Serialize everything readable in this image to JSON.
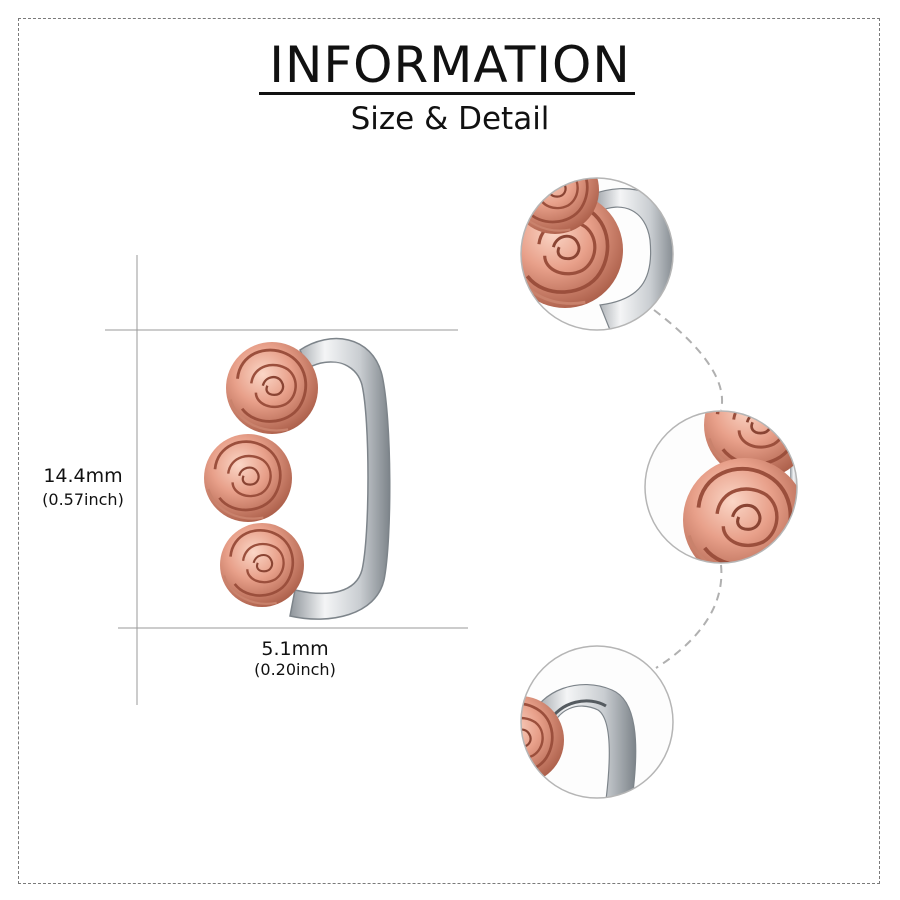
{
  "header": {
    "title": "INFORMATION",
    "subtitle": "Size & Detail"
  },
  "dimensions": {
    "height": {
      "mm": "14.4mm",
      "inch": "(0.57inch)"
    },
    "width": {
      "mm": "5.1mm",
      "inch": "(0.20inch)"
    }
  },
  "colors": {
    "rose_gold": "#e8a08a",
    "rose_gold_dark": "#b86a55",
    "silver": "#d9dcdf",
    "silver_dark": "#8f959b",
    "guide_line": "#9a9a9a",
    "border": "#7a7a7a"
  },
  "detail_views": [
    {
      "name": "rose-clasp-detail"
    },
    {
      "name": "rose-closeup-detail"
    },
    {
      "name": "hinge-detail"
    }
  ]
}
